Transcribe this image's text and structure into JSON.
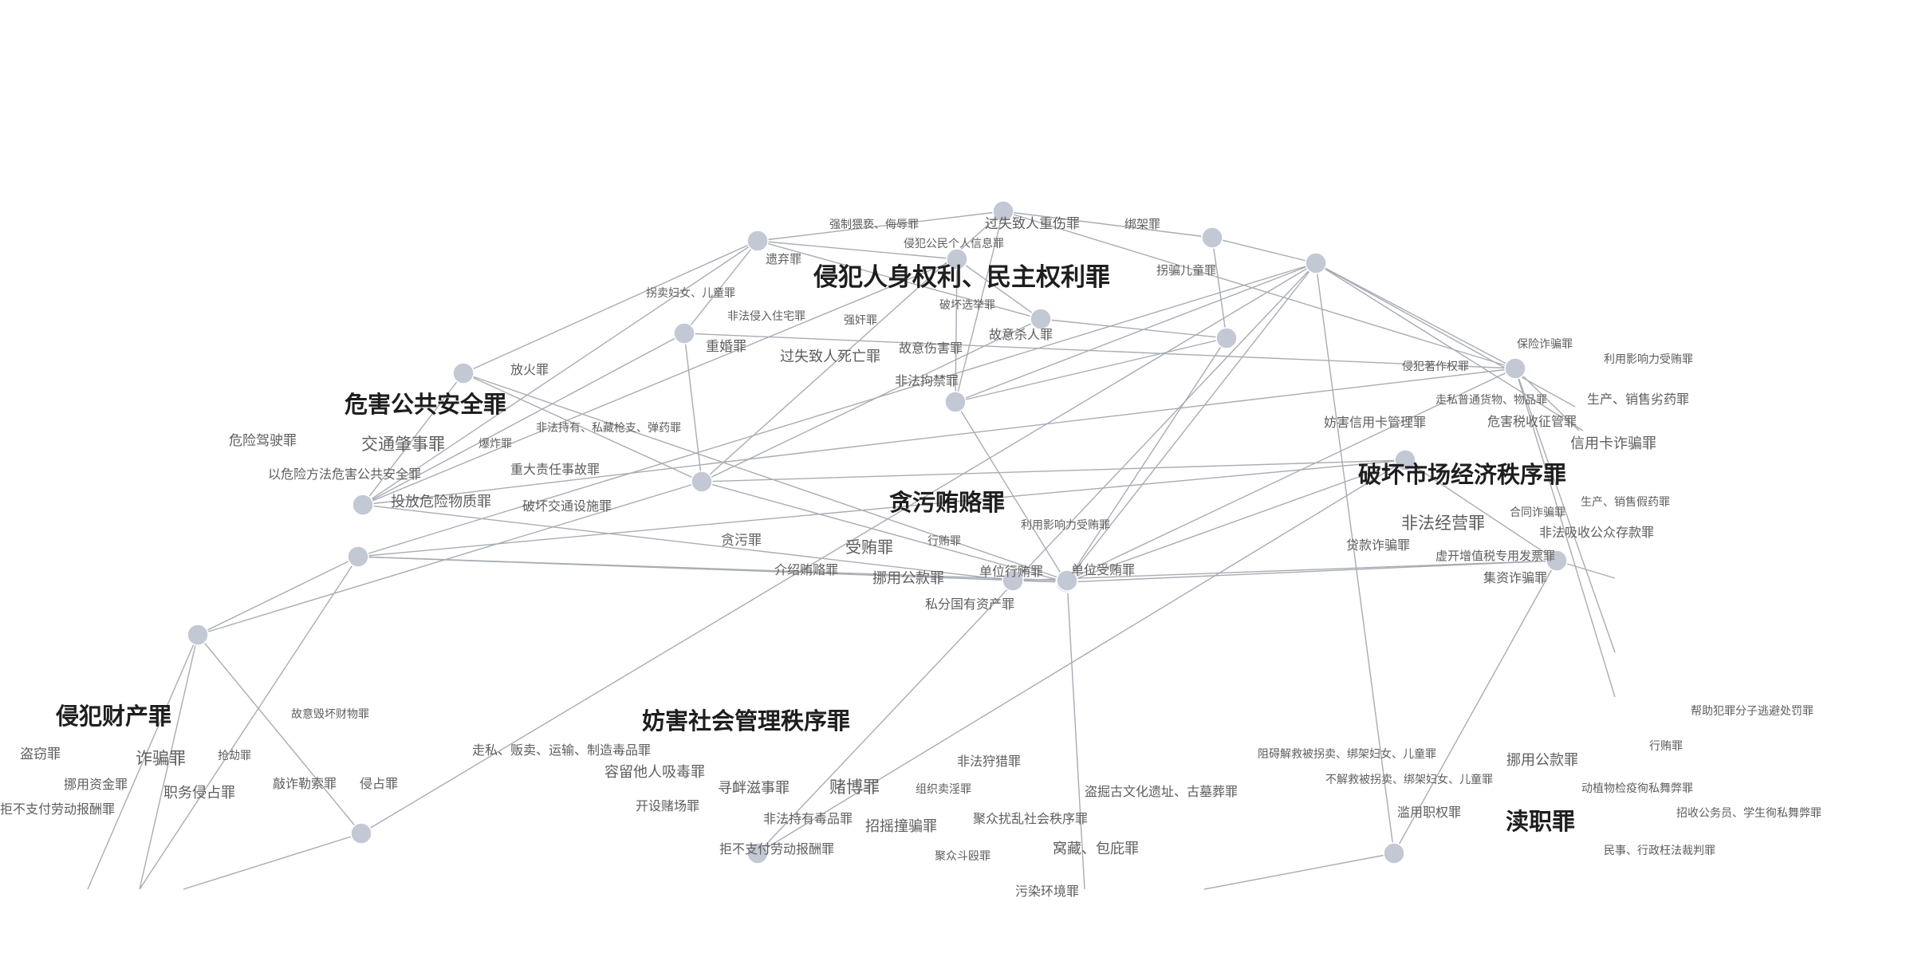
{
  "diagram": {
    "type": "network-graph",
    "colors": {
      "background": "#ffffff",
      "edge": "#a8acb4",
      "node": "#c2c8d4",
      "label": "#5e5e5e",
      "category_label": "#1e1e1e"
    },
    "nodes": [
      "n1",
      "n2",
      "n3",
      "n4",
      "n5",
      "n6",
      "n7",
      "n8",
      "n9",
      "n10",
      "n11",
      "n12",
      "n13",
      "n14",
      "n15",
      "n16",
      "n17",
      "n18",
      "n19",
      "n20",
      "n21",
      "n22",
      "n23"
    ],
    "edges": [
      [
        "n1",
        "n2"
      ],
      [
        "n2",
        "n3"
      ],
      [
        "n3",
        "n4"
      ],
      [
        "n1",
        "n6"
      ],
      [
        "n1",
        "n5"
      ],
      [
        "n1",
        "n8"
      ],
      [
        "n1",
        "n10"
      ],
      [
        "n1",
        "n11"
      ],
      [
        "n3",
        "n7"
      ],
      [
        "n7",
        "n9"
      ],
      [
        "n4",
        "n9"
      ],
      [
        "n4",
        "n13"
      ],
      [
        "n4",
        "n15"
      ],
      [
        "n4",
        "n16"
      ],
      [
        "n4",
        "n21"
      ],
      [
        "n4",
        "n22"
      ],
      [
        "n4",
        "n23"
      ],
      [
        "n2",
        "n9"
      ],
      [
        "n2",
        "n12"
      ],
      [
        "n2",
        "n13"
      ],
      [
        "n5",
        "n6"
      ],
      [
        "n5",
        "n9"
      ],
      [
        "n6",
        "n12"
      ],
      [
        "n6",
        "n7"
      ],
      [
        "n5",
        "n11"
      ],
      [
        "n8",
        "n13"
      ],
      [
        "n8",
        "n11"
      ],
      [
        "n8",
        "n12"
      ],
      [
        "n11",
        "n13"
      ],
      [
        "n12",
        "n14"
      ],
      [
        "n12",
        "n17"
      ],
      [
        "n12",
        "n18"
      ],
      [
        "n10",
        "n12"
      ],
      [
        "n10",
        "n11"
      ],
      [
        "n10",
        "n16"
      ],
      [
        "n14",
        "n20"
      ],
      [
        "n14",
        "n18"
      ],
      [
        "n14",
        "n15"
      ],
      [
        "n14",
        "n19"
      ],
      [
        "n11",
        "n19"
      ],
      [
        "n15",
        "n18"
      ],
      [
        "n20",
        "n18"
      ],
      [
        "n17",
        "n21"
      ],
      [
        "n18",
        "n22"
      ],
      [
        "n19",
        "n20"
      ],
      [
        "n7",
        "n14"
      ],
      [
        "n9",
        "n14"
      ],
      [
        "n13",
        "n16"
      ],
      [
        "n15",
        "n16"
      ],
      [
        "n20",
        "n23"
      ],
      [
        "n15",
        "n17"
      ]
    ],
    "categories": [
      "侵犯人身权利、民主权利罪",
      "危害公共安全罪",
      "破坏市场经济秩序罪",
      "贪污贿赂罪",
      "侵犯财产罪",
      "妨害社会管理秩序罪",
      "渎职罪"
    ],
    "labels": [
      "强制猥亵、侮辱罪",
      "过失致人重伤罪",
      "绑架罪",
      "侵犯公民个人信息罪",
      "遗弃罪",
      "拐骗儿童罪",
      "拐卖妇女、儿童罪",
      "破坏选举罪",
      "非法侵入住宅罪",
      "强奸罪",
      "故意杀人罪",
      "重婚罪",
      "故意伤害罪",
      "过失致人死亡罪",
      "非法拘禁罪",
      "放火罪",
      "危险驾驶罪",
      "交通肇事罪",
      "爆炸罪",
      "非法持有、私藏枪支、弹药罪",
      "以危险方法危害公共安全罪",
      "重大责任事故罪",
      "投放危险物质罪",
      "破坏交通设施罪",
      "保险诈骗罪",
      "利用影响力受贿罪",
      "侵犯著作权罪",
      "走私普通货物、物品罪",
      "生产、销售劣药罪",
      "危害税收征管罪",
      "信用卡诈骗罪",
      "妨害信用卡管理罪",
      "非法经营罪",
      "合同诈骗罪",
      "生产、销售假药罪",
      "贷款诈骗罪",
      "非法吸收公众存款罪",
      "虚开增值税专用发票罪",
      "集资诈骗罪",
      "利用影响力受贿罪",
      "行贿罪",
      "贪污罪",
      "受贿罪",
      "介绍贿赂罪",
      "单位行贿罪",
      "单位受贿罪",
      "挪用公款罪",
      "私分国有资产罪",
      "故意毁坏财物罪",
      "盗窃罪",
      "诈骗罪",
      "抢劫罪",
      "挪用资金罪",
      "敲诈勒索罪",
      "侵占罪",
      "职务侵占罪",
      "拒不支付劳动报酬罪",
      "走私、贩卖、运输、制造毒品罪",
      "非法狩猎罪",
      "容留他人吸毒罪",
      "寻衅滋事罪",
      "赌博罪",
      "组织卖淫罪",
      "盗掘古文化遗址、古墓葬罪",
      "开设赌场罪",
      "非法持有毒品罪",
      "招摇撞骗罪",
      "聚众扰乱社会秩序罪",
      "拒不支付劳动报酬罪",
      "聚众斗殴罪",
      "窝藏、包庇罪",
      "污染环境罪",
      "阻碍解救被拐卖、绑架妇女、儿童罪",
      "帮助犯罪分子逃避处罚罪",
      "不解救被拐卖、绑架妇女、儿童罪",
      "挪用公款罪",
      "行贿罪",
      "动植物检疫徇私舞弊罪",
      "滥用职权罪",
      "招收公务员、学生徇私舞弊罪",
      "民事、行政枉法裁判罪"
    ]
  }
}
